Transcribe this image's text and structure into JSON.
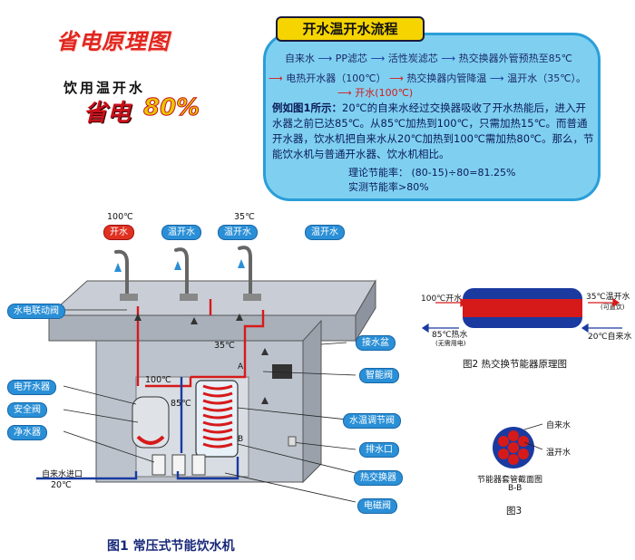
{
  "title": "省电原理图",
  "subtitle": "饮用温开水",
  "saving": {
    "word": "省电",
    "percent": "80%"
  },
  "flow": {
    "title": "开水温开水流程",
    "line1": [
      "自来水",
      "PP滤芯",
      "活性炭滤芯",
      "热交换器外管预热至85℃"
    ],
    "line2": [
      "电热开水器（100℃）",
      "热交换器内管降温",
      "温开水（35℃）。"
    ],
    "line3": "开水(100℃)",
    "example_label": "例如图1所示：",
    "paragraph": "20℃的自来水经过交换器吸收了开水热能后，进入开水器之前已达85℃。从85℃加热到100℃，只需加热15℃。而普通开水器，饮水机把自来水从20℃加热到100℃需加热80℃。那么，节能饮水机与普通开水器、饮水机相比。",
    "theory": "理论节能率：   (80-15)÷80=81.25%",
    "actual": "实测节能率>80%"
  },
  "fig1": {
    "caption": "图1   常压式节能饮水机",
    "tap_labels": [
      "开水",
      "温开水",
      "温开水",
      "温开水"
    ],
    "tap_temps": [
      "100℃",
      "35℃"
    ],
    "left_labels": [
      "水电联动阀",
      "电开水器",
      "安全阀",
      "净水器"
    ],
    "right_labels": [
      "接水盆",
      "智能阀",
      "水温调节阀",
      "排水口",
      "热交换器",
      "电磁阀"
    ],
    "temps": {
      "t35": "35℃",
      "t100": "100℃",
      "t85": "85℃",
      "t20": "20℃"
    },
    "inlet": "自来水进口",
    "section": "B",
    "section_a": "A"
  },
  "fig2": {
    "caption": "图2  热交换节能器原理图",
    "hot_in": "100℃开水",
    "warm_out": "35℃温开水",
    "warm_note": "(可直饮)",
    "hot_out": "85℃热水",
    "hot_note": "(无需用电)",
    "cold_in": "20℃自来水"
  },
  "fig3": {
    "caption": "图3",
    "label1": "自来水",
    "label2": "温开水",
    "section_title": "节能器套管截面图",
    "section_name": "B-B"
  },
  "colors": {
    "hot": "#d61a1a",
    "cold": "#1a3aa0",
    "panel": "#7fd0f0",
    "accent": "#2a8fd6"
  }
}
